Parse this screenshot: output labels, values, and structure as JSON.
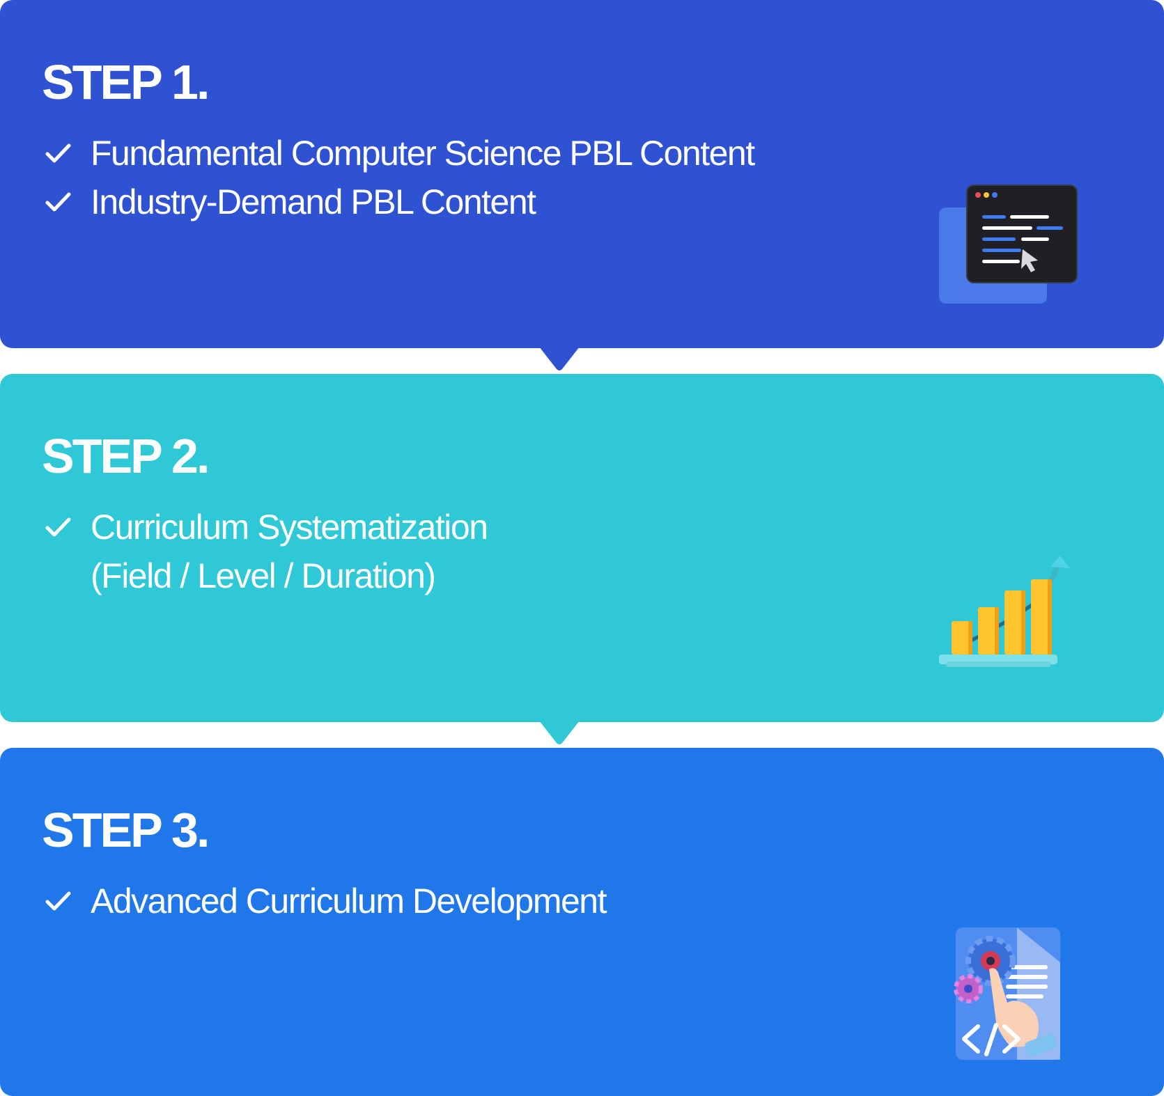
{
  "steps": [
    {
      "title": "STEP 1.",
      "color": "#2F52D3",
      "items": [
        {
          "text": "Fundamental Computer Science PBL Content"
        },
        {
          "text": "Industry-Demand PBL Content"
        }
      ],
      "icon": "code-editor-window-icon"
    },
    {
      "title": "STEP 2.",
      "color": "#2EC8D6",
      "items": [
        {
          "text": "Curriculum Systematization",
          "text2": "(Field / Level / Duration)"
        }
      ],
      "icon": "bar-chart-growth-icon"
    },
    {
      "title": "STEP 3.",
      "color": "#1F77EA",
      "items": [
        {
          "text": "Advanced Curriculum Development"
        }
      ],
      "icon": "code-document-gear-hand-icon"
    }
  ]
}
